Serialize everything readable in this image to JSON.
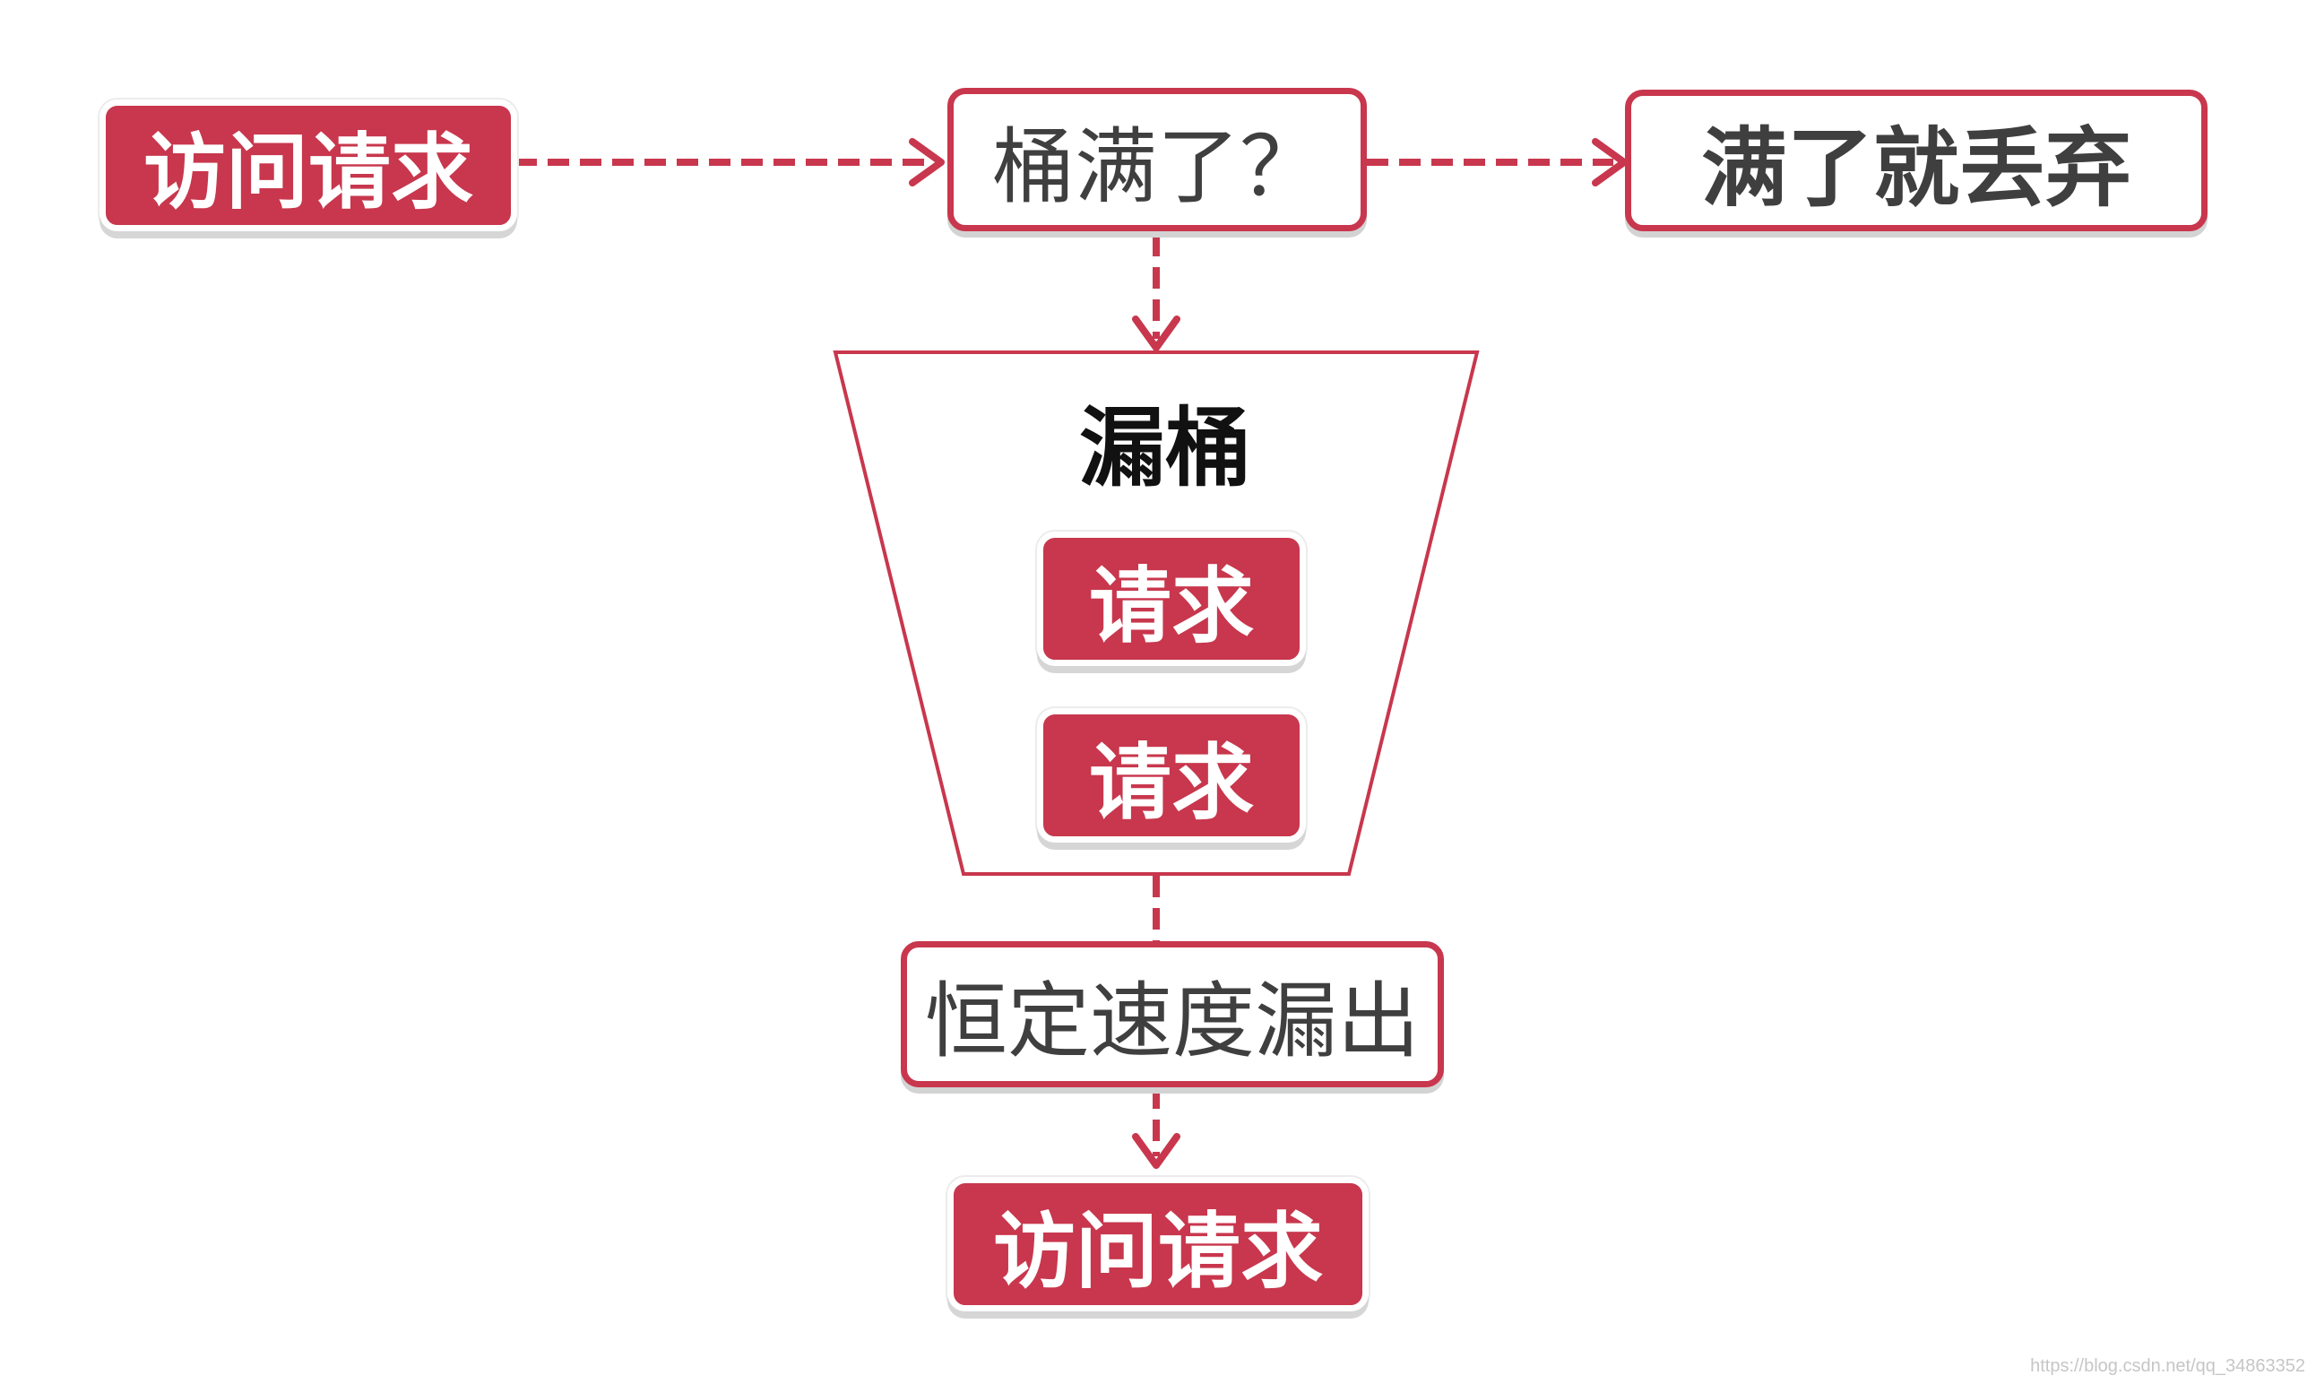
{
  "nodes": {
    "request_in": "访问请求",
    "bucket_full_check": "桶满了？",
    "discard": "满了就丢弃",
    "bucket_title": "漏桶",
    "queued_request_1": "请求",
    "queued_request_2": "请求",
    "constant_leak": "恒定速度漏出",
    "request_out": "访问请求"
  },
  "watermark": "https://blog.csdn.net/qq_34863352",
  "colors": {
    "accent": "#c8374d",
    "text_dark": "#3f3f3f",
    "text_black": "#111111",
    "shadow": "#d3d3d3"
  }
}
